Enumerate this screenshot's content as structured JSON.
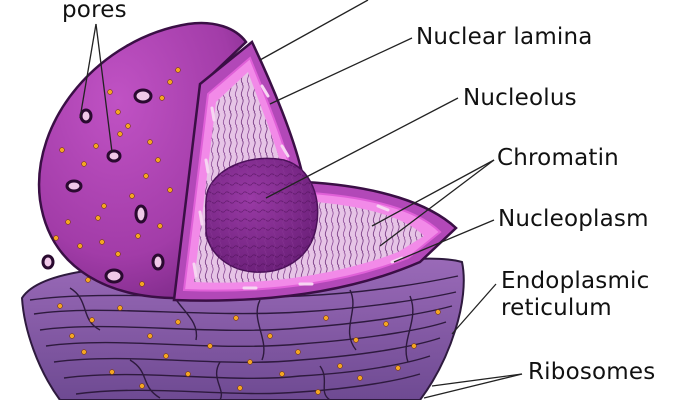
{
  "labels": {
    "pores": "pores",
    "nuclear_lamina": "Nuclear lamina",
    "nucleolus": "Nucleolus",
    "chromatin": "Chromatin",
    "nucleoplasm": "Nucleoplasm",
    "er_line1": "Endoplasmic",
    "er_line2": "reticulum",
    "ribosomes": "Ribosomes"
  },
  "colors": {
    "outer_membrane": "#a23ca8",
    "membrane_outline": "#3a0f45",
    "er_base": "#8a5fa8",
    "nucleolus": "#7a2a86",
    "rim_pink": "#e060d8",
    "ribosome": "#f5a623",
    "cut_face": "#e6c4e6"
  }
}
